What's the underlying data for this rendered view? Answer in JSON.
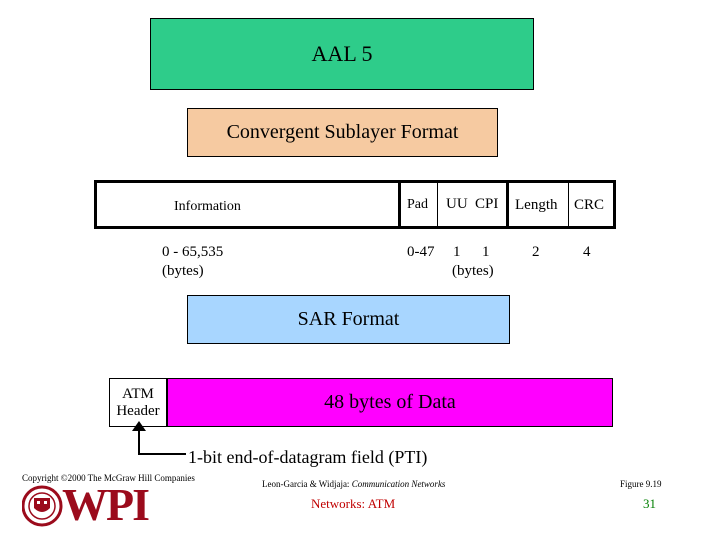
{
  "aal5": {
    "label": "AAL 5"
  },
  "convergent": {
    "label": "Convergent Sublayer Format"
  },
  "fields": {
    "information": "Information",
    "pad": "Pad",
    "uu": "UU",
    "cpi": "CPI",
    "length": "Length",
    "crc": "CRC"
  },
  "sizes": {
    "information_range": "0 - 65,535",
    "information_unit": "(bytes)",
    "pad": "0-47",
    "uu": "1",
    "cpi": "1",
    "uu_cpi_unit": "(bytes)",
    "length": "2",
    "crc": "4"
  },
  "sar": {
    "label": "SAR Format"
  },
  "atm_header": {
    "line1": "ATM",
    "line2": "Header"
  },
  "data_cell": {
    "label": "48 bytes of Data"
  },
  "pti_note": "1-bit end-of-datagram field (PTI)",
  "footer": {
    "copyright": "Copyright ©2000 The McGraw Hill Companies",
    "authors_prefix": "Leon-Garcia & Widjaja:",
    "book_title": "Communication Networks",
    "figure": "Figure 9.19",
    "course": "Networks: ATM",
    "page": "31",
    "logo_text": "WPI"
  },
  "colors": {
    "aal5": "#2ecc8a",
    "convergent": "#f6caa1",
    "sar": "#a8d6ff",
    "data": "#ff00ff",
    "footer_red": "#c00000",
    "page_green": "#007f00"
  }
}
